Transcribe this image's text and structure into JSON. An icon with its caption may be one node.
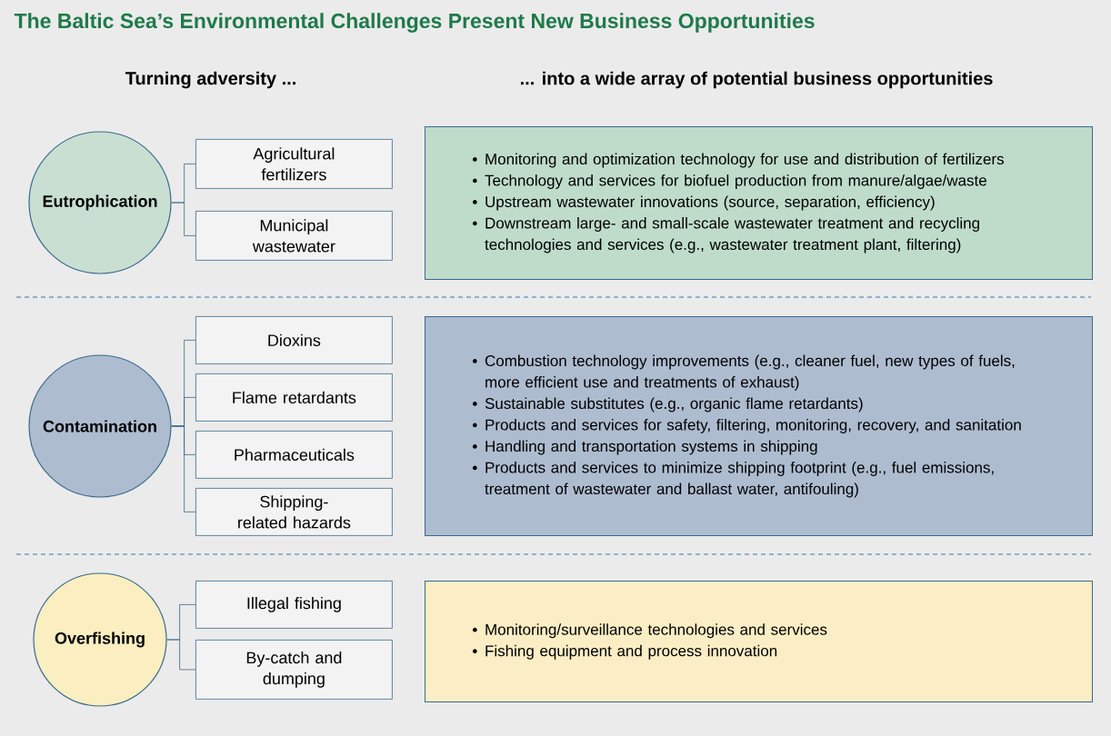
{
  "diagram": {
    "title": "The Baltic Sea’s Environmental Challenges Present New Business Opportunities",
    "nodes": [
      {
        "text": [
          "Eutrophication"
        ]
      },
      {
        "text": [
          "Agricultural fertilizers"
        ]
      },
      {
        "text": [
          "Municipal wastewater"
        ]
      },
      {
        "text": [
          "Monitoring and optimization technology for use and distribution of fertilizers",
          "Technology and services for biofuel production from manure/algae/waste",
          "Upstream wastewater innovations (source, separation, efficiency)",
          "Downstream large- and small-scale wastewater treatment and recycling technologies and services (e.g., wastewater treatment plant, filtering)"
        ]
      },
      {
        "text": [
          "Contamination"
        ]
      },
      {
        "text": [
          "Dioxins"
        ]
      },
      {
        "text": [
          "Flame retardants"
        ]
      },
      {
        "text": [
          "Pharmaceuticals"
        ]
      },
      {
        "text": [
          "Shipping-related hazards"
        ]
      },
      {
        "text": [
          "Combustion technology improvements (e.g., cleaner fuel, new types of fuels, more efficient use and treatments of exhaust)",
          "Sustainable substitutes (e.g., organic flame retardants)",
          "Products and services for safety, filtering, monitoring, recovery, and sanitation",
          "Handling and transportation systems in shipping",
          "Products and services to minimize shipping footprint (e.g., fuel emissions, treatment of wastewater and ballast water, antifouling)"
        ]
      },
      {
        "text": [
          "Overfishing"
        ]
      },
      {
        "text": [
          "Illegal fishing"
        ]
      },
      {
        "text": [
          "By-catch and dumping"
        ]
      },
      {
        "text": [
          "Monitoring/surveillance technologies and services",
          "Fishing equipment and process innovation"
        ]
      }
    ],
    "edges": [
      {
        "from": 0,
        "to": 1,
        "arrow": "none"
      },
      {
        "from": 0,
        "to": 2,
        "arrow": "none"
      },
      {
        "from": 4,
        "to": 5,
        "arrow": "none"
      },
      {
        "from": 4,
        "to": 6,
        "arrow": "none"
      },
      {
        "from": 4,
        "to": 7,
        "arrow": "none"
      },
      {
        "from": 4,
        "to": 8,
        "arrow": "none"
      },
      {
        "from": 10,
        "to": 11,
        "arrow": "none"
      },
      {
        "from": 10,
        "to": 12,
        "arrow": "none"
      }
    ],
    "labels": [
      "Turning adversity ...",
      "... into a wide array of potential business opportunities"
    ]
  }
}
